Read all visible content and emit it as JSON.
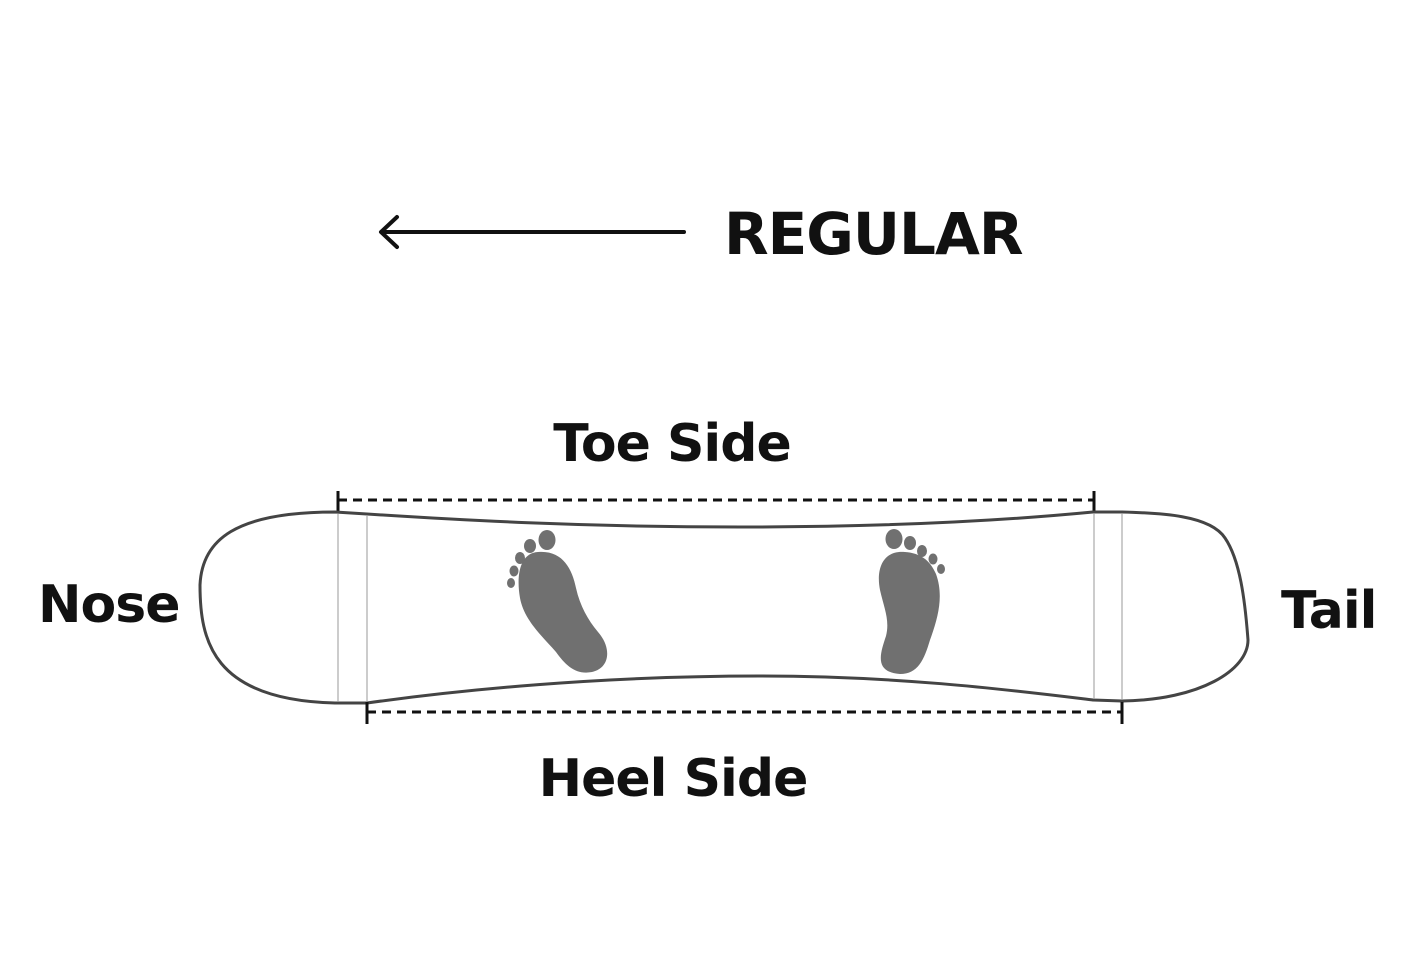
{
  "stance": {
    "label": "REGULAR",
    "arrow_direction": "left"
  },
  "labels": {
    "toe_side": "Toe Side",
    "heel_side": "Heel Side",
    "nose": "Nose",
    "tail": "Tail"
  },
  "icons": {
    "stance_arrow": "arrow-left-icon",
    "left_foot": "footprint-icon",
    "right_foot": "footprint-icon"
  },
  "colors": {
    "ink": "#111111",
    "board_outline": "#444444",
    "footprint": "#707070",
    "background": "#ffffff"
  }
}
